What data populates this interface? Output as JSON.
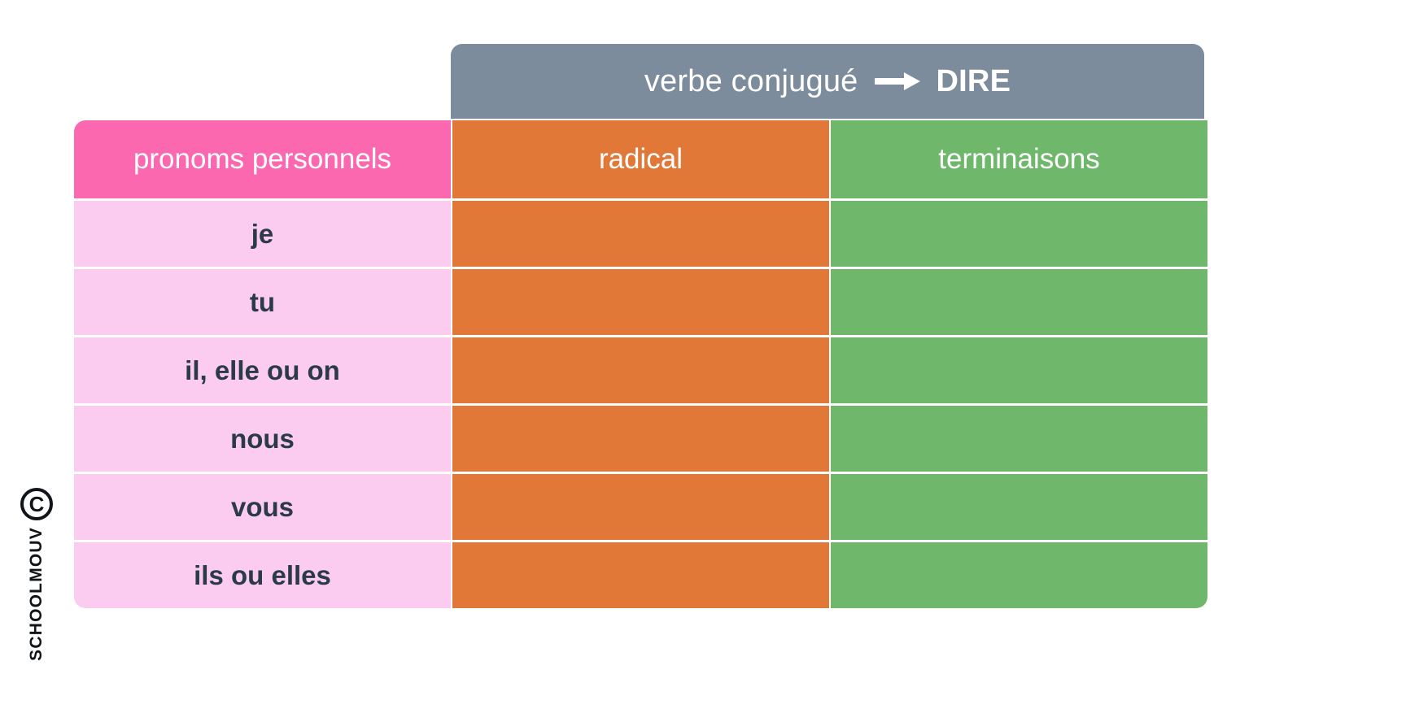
{
  "watermark": {
    "mark": "C",
    "text": "SCHOOLMOUV"
  },
  "table": {
    "banner": {
      "label": "verbe conjugué",
      "arrow_icon": "right-arrow-icon",
      "verb": "DIRE"
    },
    "headers": {
      "pronouns": "pronoms personnels",
      "radical": "radical",
      "terminaisons": "terminaisons"
    },
    "rows": [
      {
        "pronoun": "je",
        "radical": "",
        "terminaison": ""
      },
      {
        "pronoun": "tu",
        "radical": "",
        "terminaison": ""
      },
      {
        "pronoun": "il, elle ou on",
        "radical": "",
        "terminaison": ""
      },
      {
        "pronoun": "nous",
        "radical": "",
        "terminaison": ""
      },
      {
        "pronoun": "vous",
        "radical": "",
        "terminaison": ""
      },
      {
        "pronoun": "ils ou elles",
        "radical": "",
        "terminaison": ""
      }
    ],
    "colors": {
      "banner_gray": "#7d8c9c",
      "header_pink": "#fc68b0",
      "row_pink": "#fcccf0",
      "orange": "#e27838",
      "green": "#6fb86b",
      "text_dark": "#2b3a47",
      "text_light": "#ffffff"
    }
  }
}
